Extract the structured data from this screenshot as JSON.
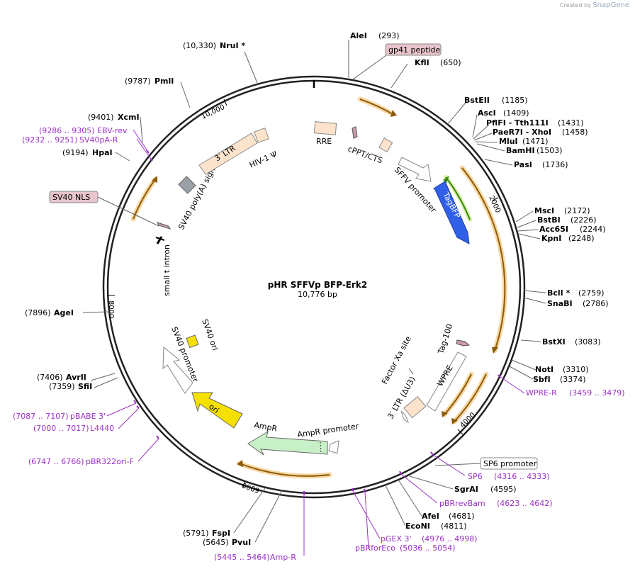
{
  "credit": {
    "prefix": "Created by",
    "brand": "SnapGene"
  },
  "plasmid": {
    "name": "pHR SFFVp BFP-Erk2",
    "length": "10,776 bp"
  },
  "ticks": [
    "2000",
    "4000",
    "6000",
    "8000",
    "10,000"
  ],
  "enzymes": [
    {
      "name": "AleI",
      "pos": "(293)"
    },
    {
      "name": "KflI",
      "pos": "(650)"
    },
    {
      "name": "BstEII",
      "pos": "(1185)"
    },
    {
      "name": "AscI",
      "pos": "(1409)"
    },
    {
      "name": "PflFI - Tth111I",
      "pos": "(1431)"
    },
    {
      "name": "PaeR7I - XhoI",
      "pos": "(1458)"
    },
    {
      "name": "MluI",
      "pos": "(1471)"
    },
    {
      "name": "BamHI",
      "pos": "(1503)"
    },
    {
      "name": "PasI",
      "pos": "(1736)"
    },
    {
      "name": "MscI",
      "pos": "(2172)"
    },
    {
      "name": "BstBI",
      "pos": "(2226)"
    },
    {
      "name": "Acc65I",
      "pos": "(2244)"
    },
    {
      "name": "KpnI",
      "pos": "(2248)"
    },
    {
      "name": "BclI *",
      "pos": "(2759)"
    },
    {
      "name": "SnaBI",
      "pos": "(2786)"
    },
    {
      "name": "BstXI",
      "pos": "(3083)"
    },
    {
      "name": "NotI",
      "pos": "(3310)"
    },
    {
      "name": "SbfI",
      "pos": "(3374)"
    },
    {
      "name": "SgrAI",
      "pos": "(4595)"
    },
    {
      "name": "AfeI",
      "pos": "(4681)"
    },
    {
      "name": "EcoNI",
      "pos": "(4811)"
    },
    {
      "name": "FspI",
      "pos": "(5791)"
    },
    {
      "name": "PvuI",
      "pos": "(5645)"
    },
    {
      "name": "AvrII",
      "pos": "(7406)"
    },
    {
      "name": "SfiI",
      "pos": "(7359)"
    },
    {
      "name": "AgeI",
      "pos": "(7896)"
    },
    {
      "name": "HpaI",
      "pos": "(9194)"
    },
    {
      "name": "XcmI",
      "pos": "(9401)"
    },
    {
      "name": "PmlI",
      "pos": "(9787)"
    },
    {
      "name": "NruI *",
      "pos": "(10,330)"
    }
  ],
  "primers": [
    {
      "name": "WPRE-R",
      "range": "(3459 .. 3479)"
    },
    {
      "name": "SP6",
      "range": "(4316 .. 4333)"
    },
    {
      "name": "pBRrevBam",
      "range": "(4623 .. 4642)"
    },
    {
      "name": "pGEX 3'",
      "range": "(4976 .. 4998)"
    },
    {
      "name": "pBRforEco",
      "range": "(5036 .. 5054)"
    },
    {
      "name": "Amp-R",
      "range": "(5445 .. 5464)"
    },
    {
      "name": "pBR322ori-F",
      "range": "(6747 .. 6766)"
    },
    {
      "name": "L4440",
      "range": "(7000 .. 7017)"
    },
    {
      "name": "pBABE 3'",
      "range": "(7087 .. 7107)"
    },
    {
      "name": "SV40pA-R",
      "range": "(9232 .. 9251)"
    },
    {
      "name": "EBV-rev",
      "range": "(9286 .. 9305)"
    }
  ],
  "boxed": {
    "gp41": "gp41 peptide",
    "sv40nls": "SV40 NLS",
    "sp6promoter": "SP6 promoter"
  },
  "features": {
    "rre": "RRE",
    "cppt": "cPPT/CTS",
    "sffv": "SFFV promoter",
    "tagbfp": "TagBFP",
    "tag100": "Tag-100",
    "factorxa": "Factor Xa site",
    "wpre": "WPRE",
    "ltr3du3": "3′ LTR (ΔU3)",
    "ampr_promoter": "AmpR promoter",
    "ampr": "AmpR",
    "ori": "ori",
    "sv40_promoter": "SV40 promoter",
    "sv40_ori": "SV40 ori",
    "small_t": "small t intron",
    "sv40_polya": "SV40 poly(A) signal",
    "ltr3": "3′ LTR",
    "hiv1": "HIV-1 Ψ"
  },
  "colors": {
    "backbone": "#222222",
    "orf": "#f0a020",
    "primer": "#9b30c8",
    "feature_fill": "#fde3cc",
    "tagbfp": "#3060e8",
    "ori": "#f5e000",
    "ampr": "#c8f0c8"
  }
}
